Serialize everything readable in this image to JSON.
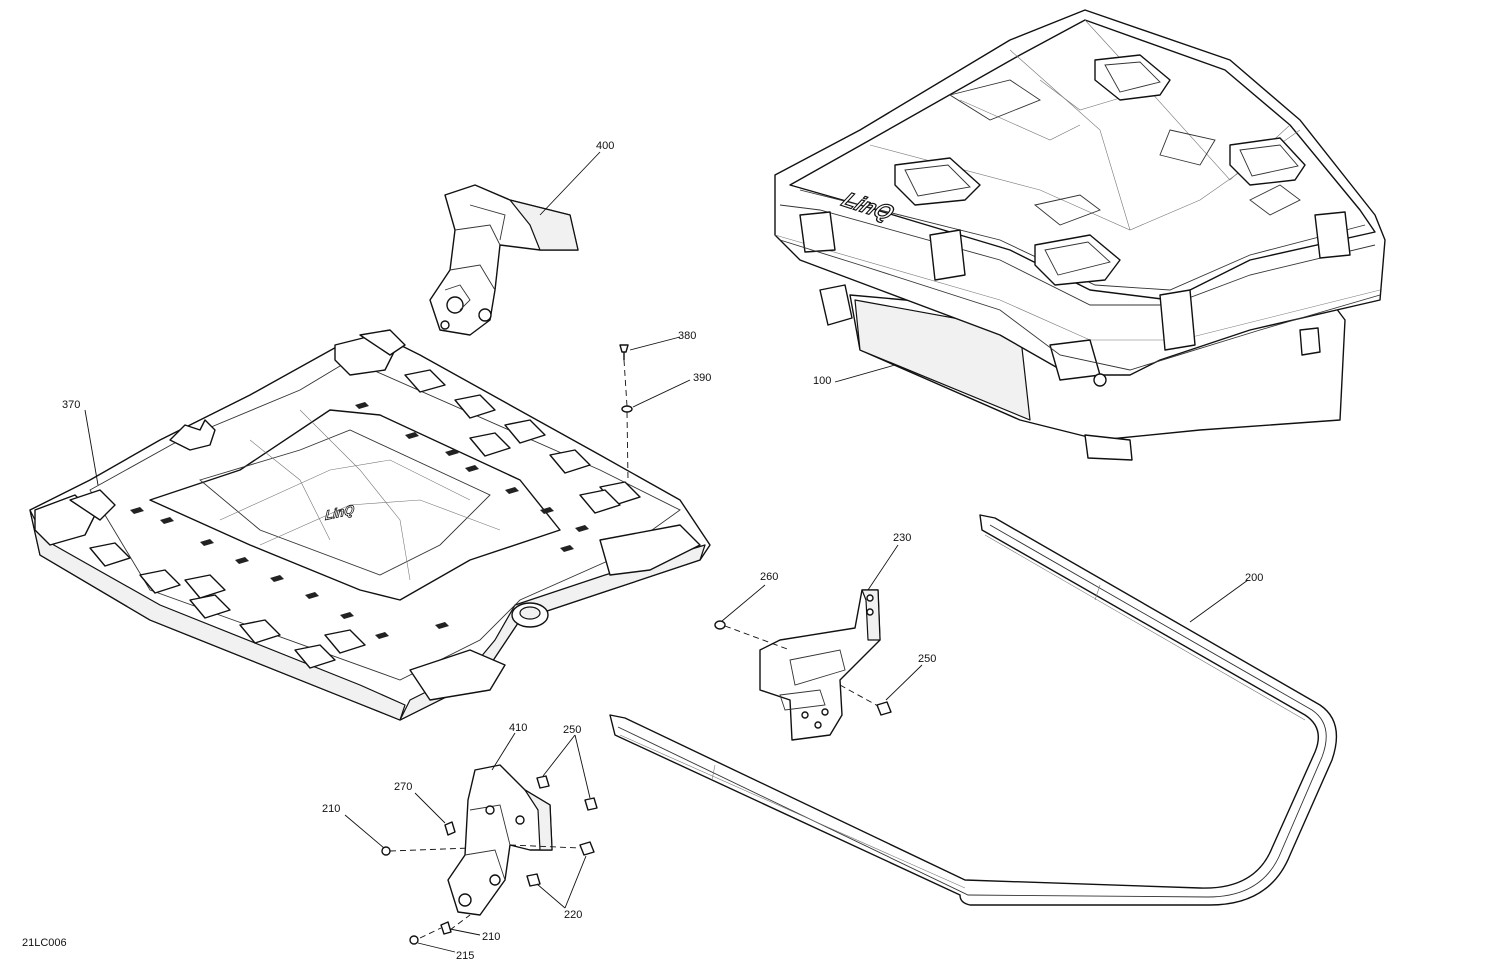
{
  "diagram_code": "21LC006",
  "callouts": {
    "c100": "100",
    "c200": "200",
    "c210a": "210",
    "c210b": "210",
    "c215": "215",
    "c220": "220",
    "c230": "230",
    "c250a": "250",
    "c250b": "250",
    "c260": "260",
    "c270": "270",
    "c370": "370",
    "c380": "380",
    "c390": "390",
    "c400": "400",
    "c410": "410"
  },
  "logos": {
    "box": "LinQ",
    "base": "LinQ"
  }
}
